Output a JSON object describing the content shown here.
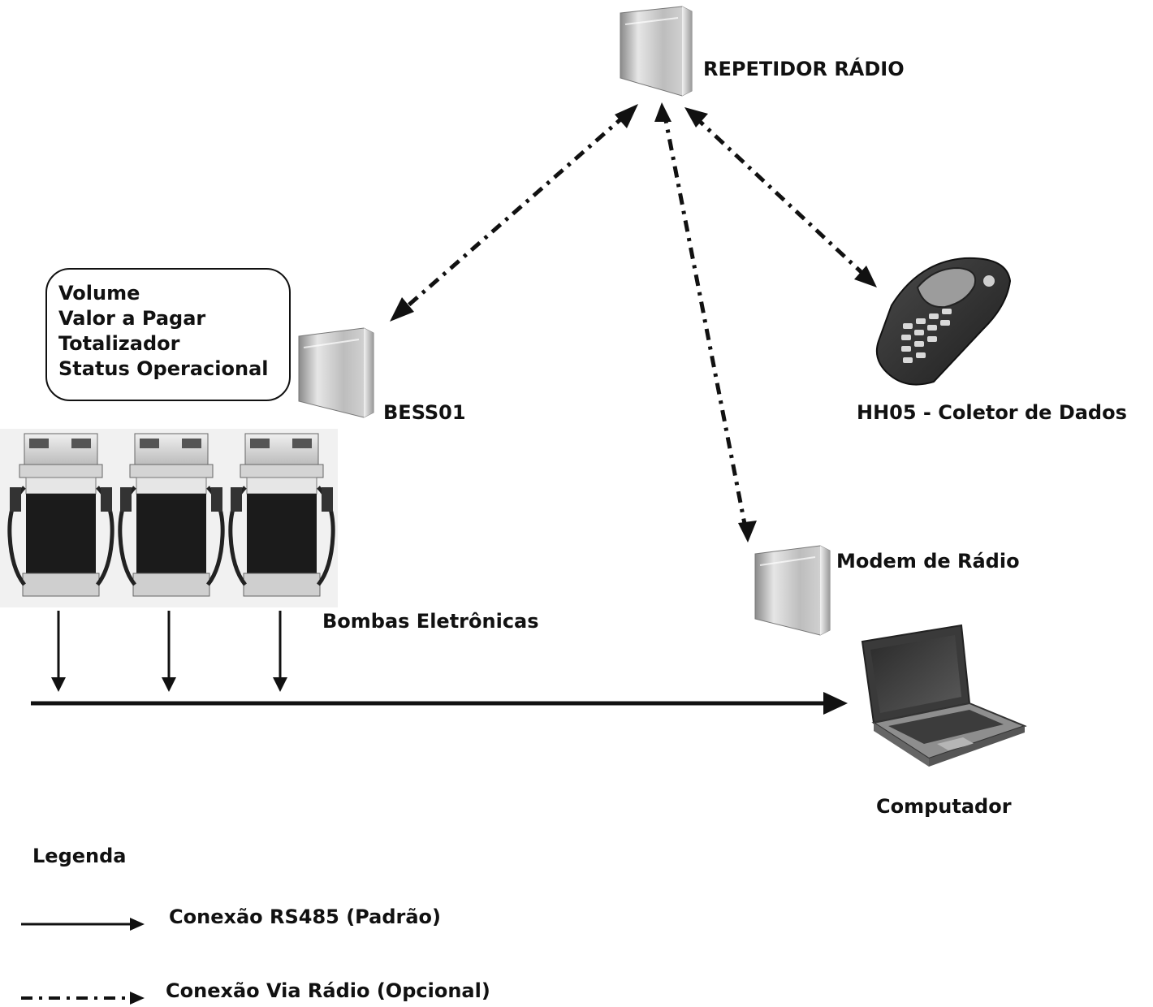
{
  "labels": {
    "repeater": "REPETIDOR RÁDIO",
    "bess": "BESS01",
    "handheld": "HH05 - Coletor de Dados",
    "modem": "Modem de Rádio",
    "pumps": "Bombas Eletrônicas",
    "computer": "Computador"
  },
  "info_box": [
    "Volume",
    "Valor a Pagar",
    "Totalizador",
    "Status Operacional"
  ],
  "legend": {
    "title": "Legenda",
    "rs485": "Conexão RS485 (Padrão)",
    "radio": "Conexão Via Rádio (Opcional)"
  }
}
